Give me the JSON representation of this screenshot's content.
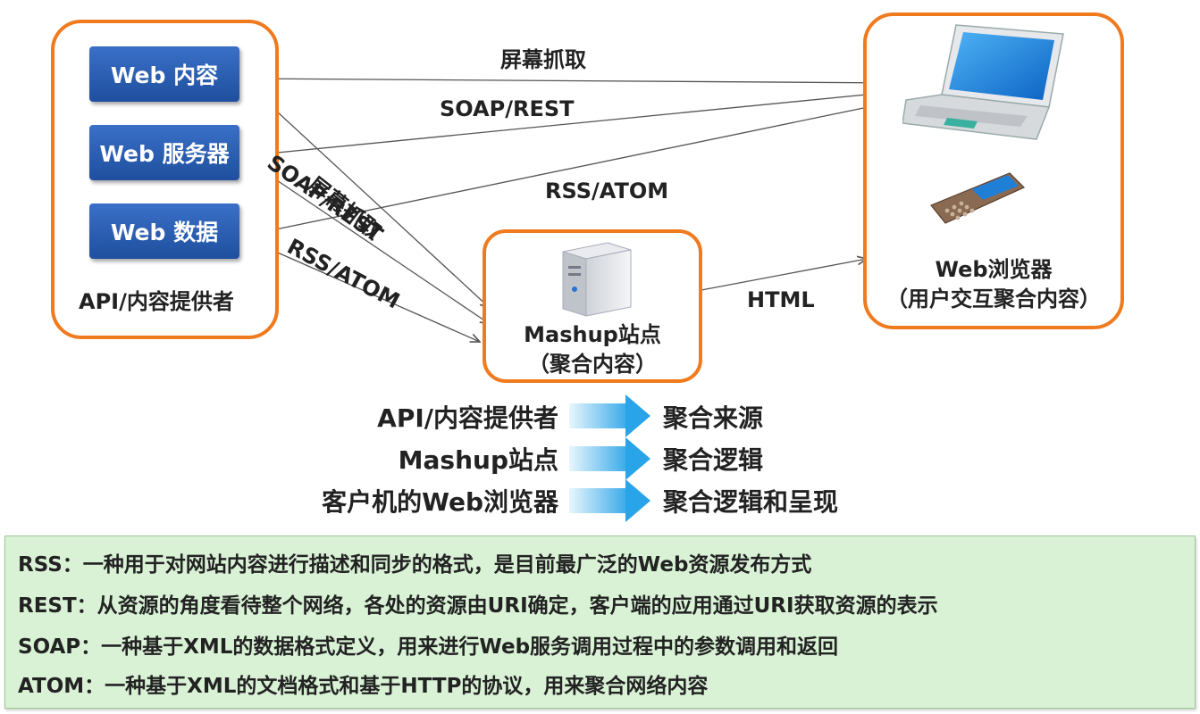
{
  "providers_box": {
    "label": "API/内容提供者",
    "items": [
      "Web 内容",
      "Web 服务器",
      "Web 数据"
    ]
  },
  "top_arrows": {
    "screen_scrape": "屏幕抓取",
    "soap_rest": "SOAP/REST",
    "rss_atom": "RSS/ATOM"
  },
  "diag_arrows": {
    "screen_scrape": "屏幕抓取",
    "soap_rest": "SOAP/REST",
    "rss_atom": "RSS/ATOM"
  },
  "mashup_box": {
    "line1": "Mashup站点",
    "line2": "（聚合内容）"
  },
  "html_label": "HTML",
  "browser_box": {
    "line1": "Web浏览器",
    "line2": "（用户交互聚合内容）"
  },
  "legend": [
    {
      "left": "API/内容提供者",
      "right": "聚合来源"
    },
    {
      "left": "Mashup站点",
      "right": "聚合逻辑"
    },
    {
      "left": "客户机的Web浏览器",
      "right": "聚合逻辑和呈现"
    }
  ],
  "definitions": [
    "RSS：一种用于对网站内容进行描述和同步的格式，是目前最广泛的Web资源发布方式",
    "REST：从资源的角度看待整个网络，各处的资源由URI确定，客户端的应用通过URI获取资源的表示",
    "SOAP：一种基于XML的数据格式定义，用来进行Web服务调用过程中的参数调用和返回",
    "ATOM：一种基于XML的文档格式和基于HTTP的协议，用来聚合网络内容"
  ],
  "colors": {
    "box_border": "#f07a1e",
    "button_blue": "#2a5db5",
    "legend_arrow": "#2aa4e8",
    "definitions_bg": "#d9f2d6"
  }
}
